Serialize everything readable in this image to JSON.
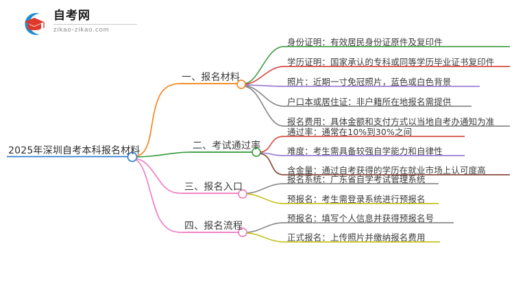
{
  "logo": {
    "name_cn": "自考网",
    "url": "zikao-zikao.com",
    "mark_icon": "graduation-cap-logo-icon",
    "colors": {
      "blue": "#1d8fd1",
      "red": "#e0392b"
    }
  },
  "mindmap": {
    "root": {
      "label": "2025年深圳自考本科报名材料",
      "color": "#2f7fd0"
    },
    "branches": [
      {
        "label": "一、报名材料",
        "color": "#f08a24",
        "children": [
          {
            "label": "身份证明：有效居民身份证原件及复印件",
            "color": "#4a9e4a"
          },
          {
            "label": "学历证明：国家承认的专科或同等学历毕业证书复印件",
            "color": "#d94a44"
          },
          {
            "label": "照片：近期一寸免冠照片，蓝色或白色背景",
            "color": "#9b7fd4"
          },
          {
            "label": "户口本或居住证：非户籍所在地报名需提供",
            "color": "#8a8a8a"
          },
          {
            "label": "报名费用：具体金额和支付方式以当地自考办通知为准",
            "color": "#8a8a8a"
          }
        ]
      },
      {
        "label": "二、考试通过率",
        "color": "#3f9e47",
        "children": [
          {
            "label": "通过率：通常在10%到30%之间",
            "color": "#d94a44"
          },
          {
            "label": "难度：考生需具备较强自学能力和自律性",
            "color": "#9b7fd4"
          },
          {
            "label": "含金量：通过自考获得的学历在就业市场上认可度高",
            "color": "#8a4a3c"
          }
        ]
      },
      {
        "label": "三、报名入口",
        "color": "#ef7ec0",
        "children": [
          {
            "label": "报名系统：广东省自学考试管理系统",
            "color": "#8a8a8a"
          },
          {
            "label": "预报名：考生需登录系统进行预报名",
            "color": "#c6c220"
          }
        ]
      },
      {
        "label": "四、报名流程",
        "color": "#ef7ec0",
        "children": [
          {
            "label": "预报名：填写个人信息并获得预报名号",
            "color": "#8a8a8a"
          },
          {
            "label": "正式报名：上传照片并缴纳报名费用",
            "color": "#c6c220"
          }
        ]
      }
    ]
  },
  "chart_data": {
    "type": "diagram",
    "diagram_type": "mindmap",
    "title": "2025年深圳自考本科报名材料",
    "orientation": "left-to-right",
    "levels": 3
  }
}
